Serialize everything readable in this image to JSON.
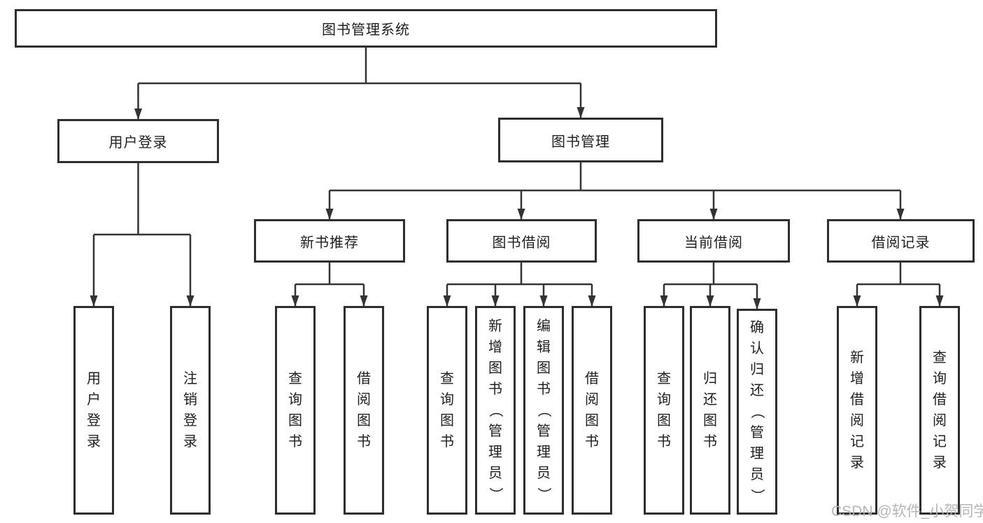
{
  "colors": {
    "box_border": "#2e2e2e",
    "connector_line": "#333333",
    "text": "#1f1f1f",
    "watermark": "#b2b2b2",
    "background": "#ffffff"
  },
  "watermark": "CSDN @软件_小贺同学",
  "tree": {
    "label": "图书管理系统",
    "children": [
      {
        "label": "用户登录",
        "children": [
          {
            "label": "用户登录"
          },
          {
            "label": "注销登录"
          }
        ]
      },
      {
        "label": "图书管理",
        "children": [
          {
            "label": "新书推荐",
            "children": [
              {
                "label": "查询图书"
              },
              {
                "label": "借阅图书"
              }
            ]
          },
          {
            "label": "图书借阅",
            "children": [
              {
                "label": "查询图书"
              },
              {
                "label": "新增图书（管理员）"
              },
              {
                "label": "编辑图书（管理员）"
              },
              {
                "label": "借阅图书"
              }
            ]
          },
          {
            "label": "当前借阅",
            "children": [
              {
                "label": "查询图书"
              },
              {
                "label": "归还图书"
              },
              {
                "label": "确认归还（管理员）"
              }
            ]
          },
          {
            "label": "借阅记录",
            "children": [
              {
                "label": "新增借阅记录"
              },
              {
                "label": "查询借阅记录"
              }
            ]
          }
        ]
      }
    ]
  }
}
